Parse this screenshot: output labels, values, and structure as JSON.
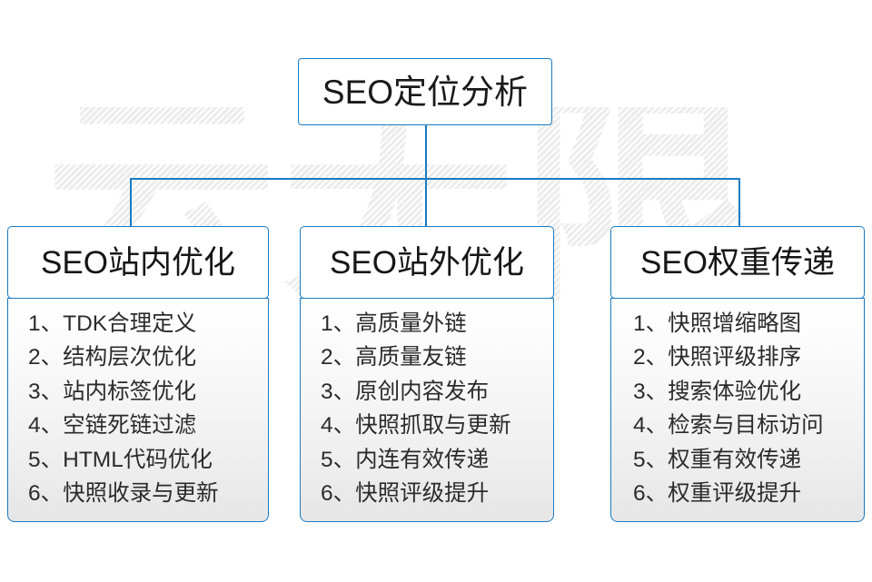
{
  "diagram": {
    "root": {
      "label": "SEO定位分析"
    },
    "watermark": {
      "text": "云无限"
    },
    "colors": {
      "border": "#1b7bc4",
      "text": "#1a1a1a",
      "body_text": "#2b2b2b",
      "background": "#ffffff",
      "watermark": "#ececec"
    },
    "branches": [
      {
        "header": "SEO站内优化",
        "items": [
          "1、TDK合理定义",
          "2、结构层次优化",
          "3、站内标签优化",
          "4、空链死链过滤",
          "5、HTML代码优化",
          "6、快照收录与更新"
        ]
      },
      {
        "header": "SEO站外优化",
        "items": [
          "1、高质量外链",
          "2、高质量友链",
          "3、原创内容发布",
          "4、快照抓取与更新",
          "5、内连有效传递",
          "6、快照评级提升"
        ]
      },
      {
        "header": "SEO权重传递",
        "items": [
          "1、快照增缩略图",
          "2、快照评级排序",
          "3、搜索体验优化",
          "4、检索与目标访问",
          "5、权重有效传递",
          "6、权重评级提升"
        ]
      }
    ]
  }
}
